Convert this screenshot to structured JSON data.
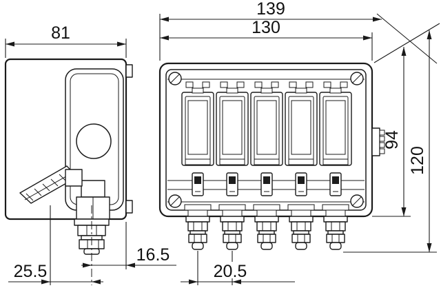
{
  "diagram": {
    "dimensions": {
      "overall_width": "139",
      "body_width": "130",
      "depth": "81",
      "body_height": "94",
      "overall_height": "120",
      "gland_to_edge": "16.5",
      "gland_offset": "25.5",
      "gland_pitch": "20.5"
    },
    "colors": {
      "line": "#1a1a1a",
      "background": "#ffffff"
    }
  }
}
